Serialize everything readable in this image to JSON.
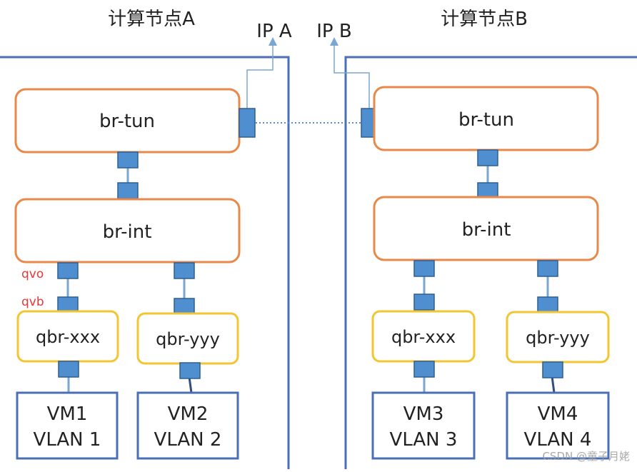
{
  "nodeA": {
    "title": "计算节点A",
    "ip": "IP A",
    "br_tun": "br-tun",
    "br_int": "br-int",
    "qvo_label": "qvo",
    "qvb_label": "qvb",
    "qbr1": "qbr-xxx",
    "qbr2": "qbr-yyy",
    "vm1_name": "VM1",
    "vm1_vlan": "VLAN 1",
    "vm2_name": "VM2",
    "vm2_vlan": "VLAN 2"
  },
  "nodeB": {
    "title": "计算节点B",
    "ip": "IP B",
    "br_tun": "br-tun",
    "br_int": "br-int",
    "qbr1": "qbr-xxx",
    "qbr2": "qbr-yyy",
    "vm3_name": "VM3",
    "vm3_vlan": "VLAN 3",
    "vm4_name": "VM4",
    "vm4_vlan": "VLAN 4"
  },
  "watermark": "CSDN @童子月姥",
  "colors": {
    "node_border": "#4a6fb5",
    "bridge_border": "#e8894a",
    "qbr_border": "#f2c531",
    "port_fill": "#4f8fcf",
    "port_stroke": "#2f5f93",
    "link": "#7aa6d2",
    "annotation_red": "#e53935"
  }
}
